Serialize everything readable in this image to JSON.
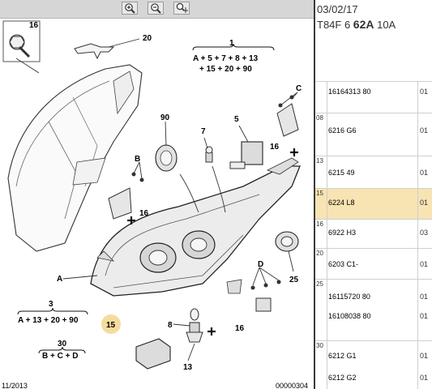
{
  "toolbar": {
    "buttons": [
      {
        "name": "zoom-in",
        "icon": "zoom-in-icon"
      },
      {
        "name": "zoom-out",
        "icon": "zoom-out-icon"
      },
      {
        "name": "zoom-pan",
        "icon": "zoom-pan-icon"
      }
    ]
  },
  "diagram": {
    "callouts": {
      "c16_top": "16",
      "c20": "20",
      "c1": "1",
      "c1_formula_line1": "A + 5 + 7 + 8 + 13",
      "c1_formula_line2": "+ 15 + 20 + 90",
      "cC": "C",
      "c90": "90",
      "c7": "7",
      "c5": "5",
      "c16_right": "16",
      "cB": "B",
      "c16_left": "16",
      "cA": "A",
      "cD": "D",
      "c25": "25",
      "c3": "3",
      "c3_formula": "A + 13 + 20 + 90",
      "c15": "15",
      "c8": "8",
      "c16_bottom": "16",
      "c30": "30",
      "c30_formula": "B + C + D",
      "c13": "13"
    },
    "footer_left": "11/2013",
    "footer_right": "00000304"
  },
  "header": {
    "date": "03/02/17",
    "ref_prefix": "T84F 6 ",
    "ref_bold": "62A",
    "ref_suffix": " 10A"
  },
  "parts": [
    {
      "index": "",
      "lines": [
        "16164313 80"
      ],
      "qty": "01",
      "highlight": false
    },
    {
      "index": "08",
      "lines": [
        "6216 G6"
      ],
      "qty": "01",
      "highlight": false
    },
    {
      "index": "13",
      "lines": [
        "6215 49"
      ],
      "qty": "01",
      "highlight": false
    },
    {
      "index": "15",
      "lines": [
        "6224 L8"
      ],
      "qty": "01",
      "highlight": true
    },
    {
      "index": "16",
      "lines": [
        "6922 H3"
      ],
      "qty": "03",
      "highlight": false
    },
    {
      "index": "20",
      "lines": [
        "6203 C1-"
      ],
      "qty": "01",
      "highlight": false
    },
    {
      "index": "25",
      "lines": [
        "16115720 80",
        "16108038 80"
      ],
      "qty": "01",
      "highlight": false
    },
    {
      "index": "30",
      "lines": [
        "6212 G1",
        "6212 G2"
      ],
      "qty": "01",
      "highlight": false
    }
  ],
  "colors": {
    "highlight_row": "#f8e3b2",
    "callout_15_circle": "#f5dc9e",
    "toolbar_bg": "#d6d6d6"
  }
}
